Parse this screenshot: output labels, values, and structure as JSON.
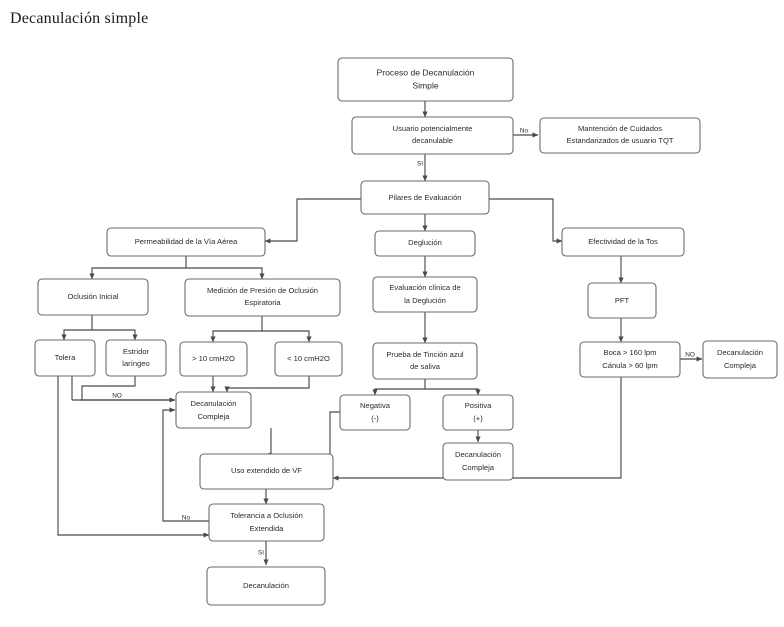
{
  "page": {
    "title": "Decanulación simple"
  },
  "diagram": {
    "type": "flowchart",
    "colors": {
      "box_stroke": "#6b6b6b",
      "edge_stroke": "#4a4a4a",
      "text": "#2b2b2b",
      "background": "#ffffff"
    },
    "nodes": [
      {
        "id": "proceso",
        "label_line1": "Proceso de Decanulación",
        "label_line2": "Simple"
      },
      {
        "id": "usuario",
        "label_line1": "Usuario potencialmente",
        "label_line2": "decanulable"
      },
      {
        "id": "mantencion",
        "label_line1": "Mantención de Cuidados",
        "label_line2": "Estandarizados de usuario TQT"
      },
      {
        "id": "pilares",
        "label_line1": "Pilares de Evaluación",
        "label_line2": ""
      },
      {
        "id": "permeabilidad",
        "label_line1": "Permeabilidad de la Vía Aérea",
        "label_line2": ""
      },
      {
        "id": "deglucion",
        "label_line1": "Deglución",
        "label_line2": ""
      },
      {
        "id": "efectividad",
        "label_line1": "Efectividad de la Tos",
        "label_line2": ""
      },
      {
        "id": "oclusion",
        "label_line1": "Oclusión Inicial",
        "label_line2": ""
      },
      {
        "id": "medicion",
        "label_line1": "Medición de Presión de Oclusión",
        "label_line2": "Espiratoria"
      },
      {
        "id": "evalclinica",
        "label_line1": "Evaluación clínica de",
        "label_line2": "la Deglución"
      },
      {
        "id": "pft",
        "label_line1": "PFT",
        "label_line2": ""
      },
      {
        "id": "tolera",
        "label_line1": "Tolera",
        "label_line2": ""
      },
      {
        "id": "estridor",
        "label_line1": "Estridor",
        "label_line2": "laríngeo"
      },
      {
        "id": "mayor10",
        "label_line1": "> 10 cmH2O",
        "label_line2": ""
      },
      {
        "id": "menor10",
        "label_line1": "< 10 cmH2O",
        "label_line2": ""
      },
      {
        "id": "prueba",
        "label_line1": "Prueba de Tinción azul",
        "label_line2": "de saliva"
      },
      {
        "id": "boca",
        "label_line1": "Boca > 160 lpm",
        "label_line2": "Cánula > 60 lpm"
      },
      {
        "id": "compleja_right",
        "label_line1": "Decanulación",
        "label_line2": "Compleja"
      },
      {
        "id": "compleja_left",
        "label_line1": "Decanulación",
        "label_line2": "Compleja"
      },
      {
        "id": "negativa",
        "label_line1": "Negativa",
        "label_line2": "(-)"
      },
      {
        "id": "positiva",
        "label_line1": "Positiva",
        "label_line2": "(+)"
      },
      {
        "id": "compleja_mid",
        "label_line1": "Decanulación",
        "label_line2": "Compleja"
      },
      {
        "id": "usovf",
        "label_line1": "Uso extendido de VF",
        "label_line2": ""
      },
      {
        "id": "tolerancia",
        "label_line1": "Tolerancia a Oclusión",
        "label_line2": "Extendida"
      },
      {
        "id": "decanulacion",
        "label_line1": "Decanulación",
        "label_line2": ""
      }
    ],
    "edge_labels": {
      "no_usuario": "No",
      "si_usuario": "Sí",
      "no_estridor": "NO",
      "no_boca": "NO",
      "no_tolerancia": "No",
      "si_tolerancia": "Sí"
    }
  }
}
